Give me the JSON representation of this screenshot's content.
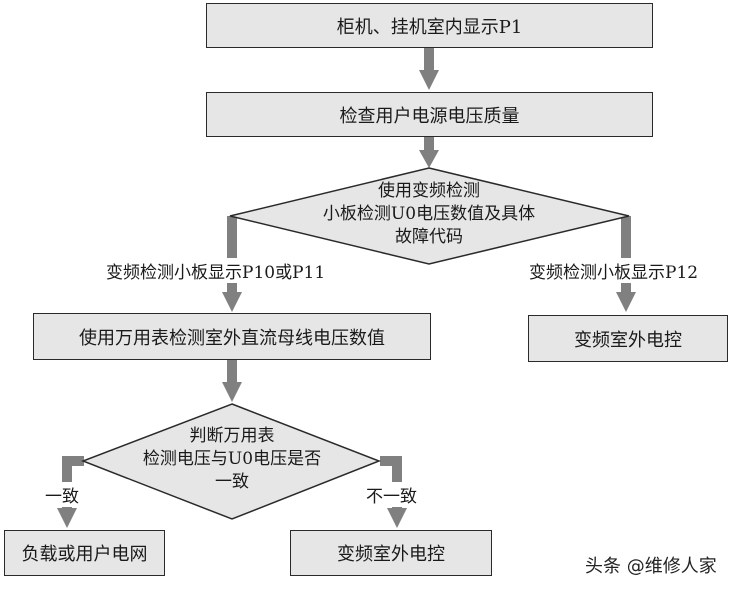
{
  "nodes": {
    "start": "柜机、挂机室内显示P1",
    "check_voltage": "检查用户电源电压质量",
    "decision1": [
      "使用变频检测",
      "小板检测U0电压数值及具体",
      "故障代码"
    ],
    "multimeter": "使用万用表检测室外直流母线电压数值",
    "outdoor_control_right": "变频室外电控",
    "decision2": [
      "判断万用表",
      "检测电压与U0电压是否",
      "一致"
    ],
    "load_or_grid": "负载或用户电网",
    "outdoor_control_bottom": "变频室外电控"
  },
  "edges": {
    "p10_p11": "变频检测小板显示P10或P11",
    "p12": "变频检测小板显示P12",
    "consistent": "一致",
    "inconsistent": "不一致"
  },
  "watermark": "头条 @维修人家",
  "colors": {
    "box_fill": "#e6e6e6",
    "border": "#2a2a2a",
    "arrow": "#808080"
  }
}
